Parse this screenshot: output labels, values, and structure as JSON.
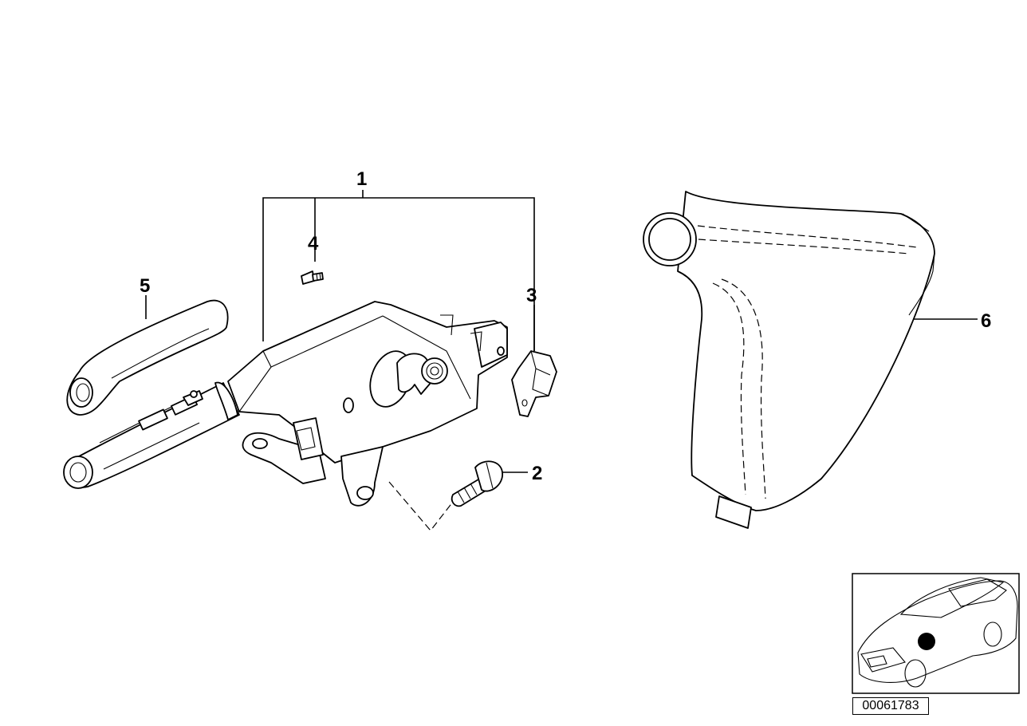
{
  "callouts": {
    "c1": "1",
    "c2": "2",
    "c3": "3",
    "c4": "4",
    "c5": "5",
    "c6": "6"
  },
  "reference_id": "00061783",
  "colors": {
    "line": "#000000",
    "background": "#ffffff",
    "marker": "#000000"
  }
}
